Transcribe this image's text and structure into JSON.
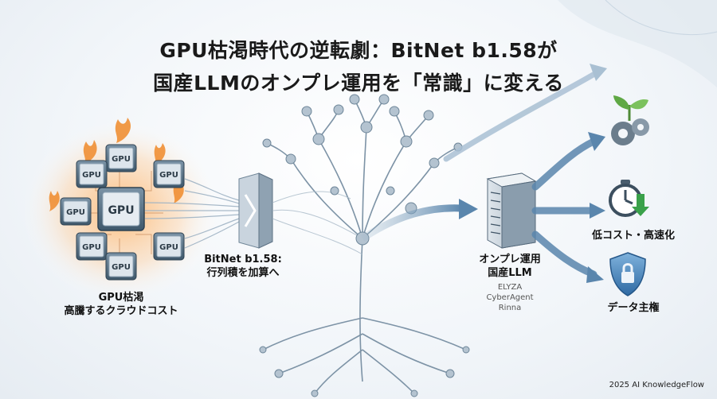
{
  "title_line1": "GPU枯渇時代の逆転劇：BitNet b1.58が",
  "title_line2": "国産LLMのオンプレ運用を「常識」に変える",
  "gpu": {
    "chip_label": "GPU",
    "caption_line1": "GPU枯渇",
    "caption_line2": "高騰するクラウドコスト"
  },
  "bitnet": {
    "caption_line1": "BitNet b1.58:",
    "caption_line2": "行列積を加算へ"
  },
  "server": {
    "caption_line1": "オンプレ運用",
    "caption_line2": "国産LLM",
    "models": [
      "ELYZA",
      "CyberAgent",
      "Rinna"
    ]
  },
  "outcomes": {
    "cost_speed": "低コスト・高速化",
    "data_sovereignty": "データ主権"
  },
  "footer": "2025 AI KnowledgeFlow",
  "colors": {
    "flame": "#f08a2a",
    "chip": "#4a6478",
    "accent_blue": "#4f7fa8",
    "leaf_green": "#5fa845",
    "check_green": "#3aa14a"
  }
}
